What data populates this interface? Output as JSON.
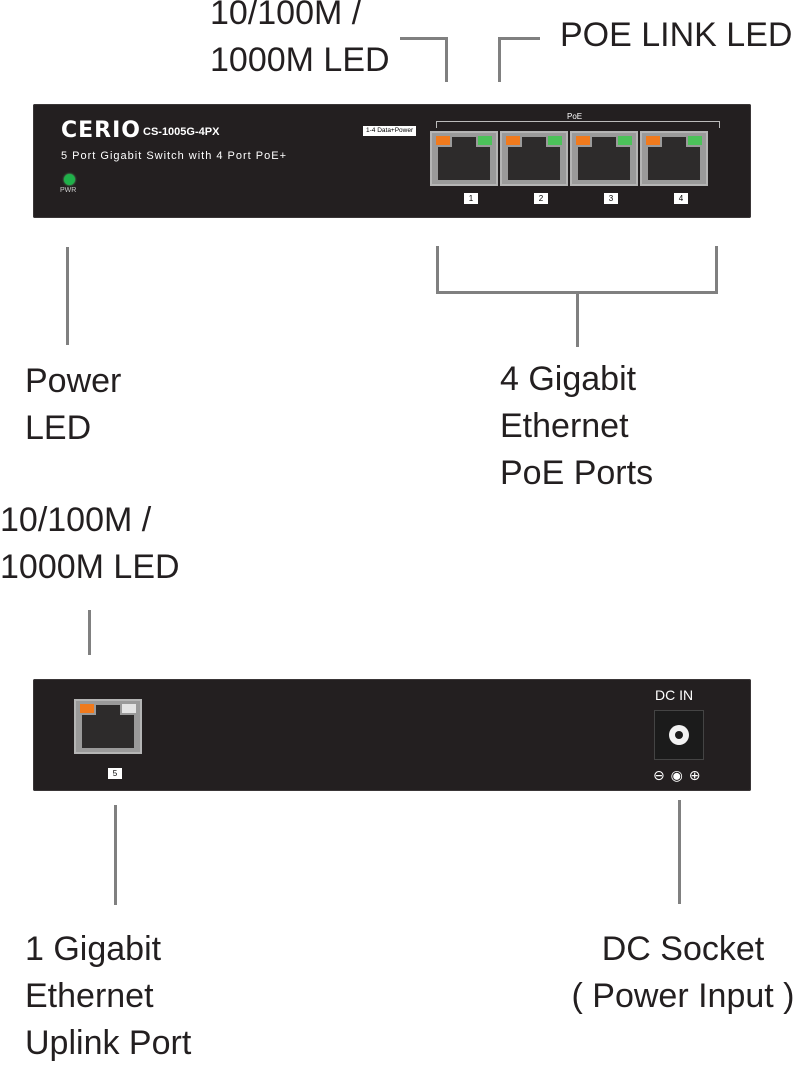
{
  "callouts": {
    "top_speed_led": [
      "10/100M /",
      "1000M LED"
    ],
    "poe_link_led": "POE LINK LED",
    "power_led": [
      "Power",
      "LED"
    ],
    "poe_ports": [
      "4 Gigabit",
      "Ethernet",
      "PoE Ports"
    ],
    "rear_speed_led": [
      "10/100M /",
      "1000M LED"
    ],
    "uplink_port": [
      "1 Gigabit",
      "Ethernet",
      "Uplink Port"
    ],
    "dc_socket": [
      "DC Socket",
      "( Power Input )"
    ]
  },
  "front_panel": {
    "brand": "CERIO",
    "model": "CS-1005G-4PX",
    "description": "5 Port Gigabit Switch with 4 Port PoE+",
    "pwr_label": "PWR",
    "poe_group_label": "PoE",
    "data_power_label": "1-4 Data+Power",
    "ports": [
      {
        "number": "1"
      },
      {
        "number": "2"
      },
      {
        "number": "3"
      },
      {
        "number": "4"
      }
    ]
  },
  "rear_panel": {
    "uplink_port_number": "5",
    "dc_in_label": "DC IN",
    "polarity": "⊖ ◉ ⊕"
  },
  "colors": {
    "panel": "#231f20",
    "speed_led": "#f07a1d",
    "link_led": "#4cc25a",
    "power_led": "#1fb14a",
    "callout_line": "#808080"
  }
}
